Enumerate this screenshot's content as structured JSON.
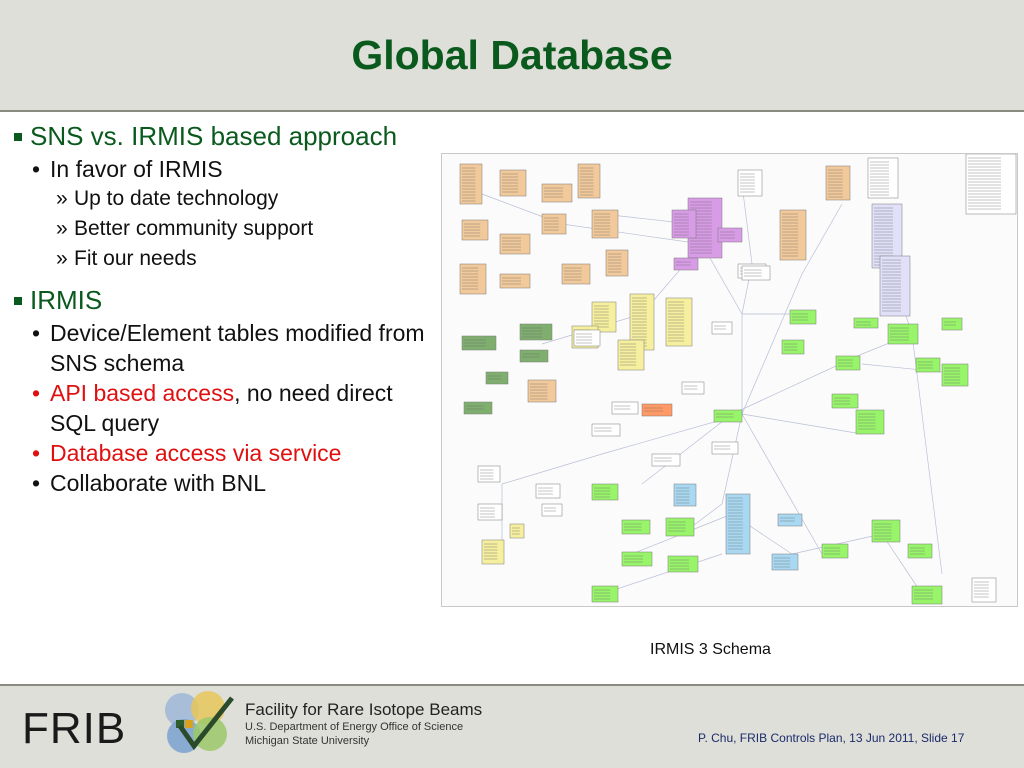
{
  "title": "Global Database",
  "bullets": {
    "b1": "SNS vs. IRMIS based approach",
    "b1_1": "In favor of IRMIS",
    "b1_1_1": "Up to date technology",
    "b1_1_2": "Better community support",
    "b1_1_3": "Fit our needs",
    "b2": "IRMIS",
    "b2_1": "Device/Element tables modified from SNS schema",
    "b2_2_red": "API based access",
    "b2_2_rest": ", no need direct SQL query",
    "b2_3": "Database access via service",
    "b2_4": "Collaborate with BNL"
  },
  "caption": "IRMIS 3 Schema",
  "footer": {
    "frib": "FRIB",
    "org_name": "Facility for Rare Isotope Beams",
    "org_line2": "U.S. Department of Energy Office of Science",
    "org_line3": "Michigan State University",
    "credit": "P. Chu, FRIB Controls Plan, 13 Jun 2011, Slide 17"
  },
  "colors": {
    "title_green": "#0b5a1d",
    "accent_red": "#e01010",
    "schema_orange": "#f2c99a",
    "schema_green": "#98f56a",
    "schema_blue": "#a9d8f2",
    "schema_purple": "#d89be6",
    "schema_yellow": "#f6ef9e",
    "schema_dkgreen": "#7faf6e"
  }
}
